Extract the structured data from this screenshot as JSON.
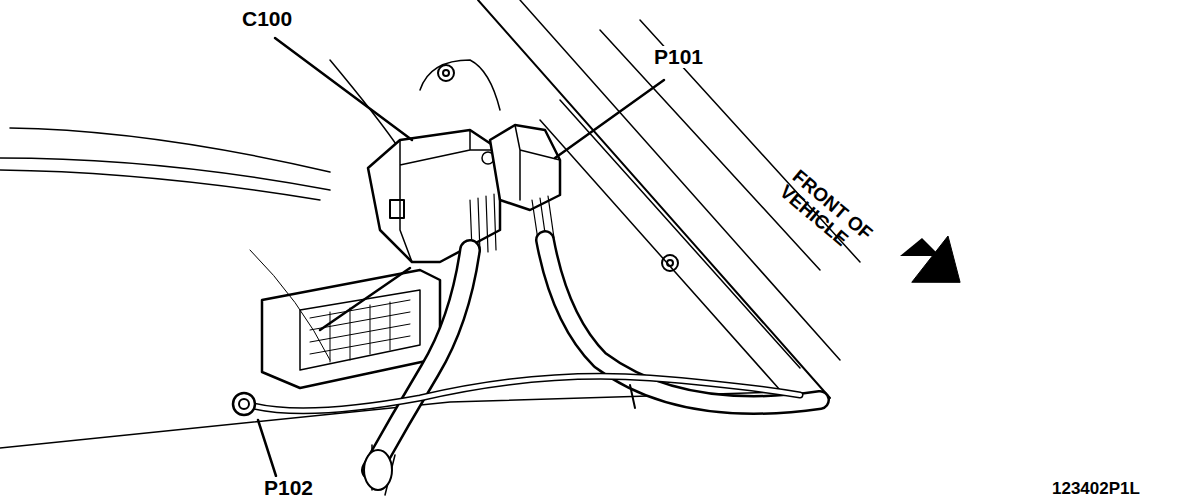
{
  "diagram": {
    "labels": [
      "C100",
      "P101",
      "P102",
      "FRONT OF VEHICLE",
      "123402P1L"
    ]
  }
}
